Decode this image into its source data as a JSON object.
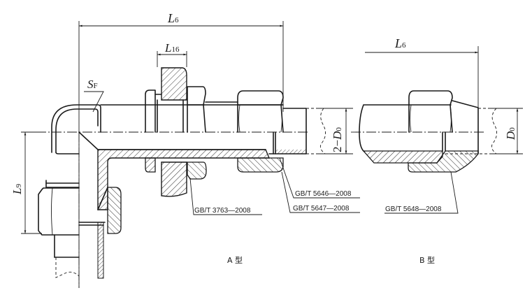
{
  "drawing": {
    "dimensions": {
      "a_overall_length": {
        "symbol": "L",
        "subscript": "6"
      },
      "a_nut_thickness": {
        "symbol": "L",
        "subscript": "16"
      },
      "a_wrench_size": {
        "symbol": "S",
        "subscript": "F"
      },
      "a_vertical_length": {
        "symbol": "L",
        "subscript": "9"
      },
      "a_pipe_diameter": {
        "prefix": "2−",
        "symbol": "D",
        "subscript": "0"
      },
      "b_overall_length": {
        "symbol": "L",
        "subscript": "6"
      },
      "b_pipe_diameter": {
        "symbol": "D",
        "subscript": "0"
      }
    },
    "standards": {
      "gbt_3763": "GB/T 3763—2008",
      "gbt_5646": "GB/T 5646—2008",
      "gbt_5647": "GB/T 5647—2008",
      "gbt_5648": "GB/T 5648—2008"
    },
    "captions": {
      "type_a": "A 型",
      "type_b": "B 型"
    },
    "colors": {
      "line": "#1a1a1a",
      "background": "#ffffff"
    }
  }
}
